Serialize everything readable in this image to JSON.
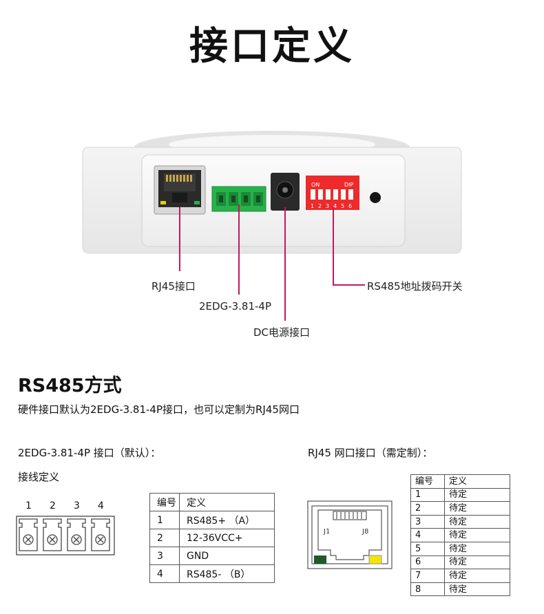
{
  "page": {
    "title": "接口定义"
  },
  "device": {
    "labels": {
      "rj45": "RJ45接口",
      "terminal": "2EDG-3.81-4P",
      "dc": "DC电源接口",
      "dip": "RS485地址拨码开关"
    },
    "dip_on": "ON",
    "dip_label": "DIP",
    "dip_numbers": [
      "1",
      "2",
      "3",
      "4",
      "5",
      "6"
    ]
  },
  "rs485": {
    "heading": "RS485方式",
    "description": "硬件接口默认为2EDG-3.81-4P接口，也可以定制为RJ45网口",
    "left_title": "2EDG-3.81-4P  接口（默认）：",
    "wiring_title": "接线定义",
    "pin_numbers": [
      "1",
      "2",
      "3",
      "4"
    ],
    "right_title": "RJ45 网口接口（需定制）：",
    "rj45_pins": {
      "left": "J1",
      "right": "J8"
    },
    "colors": {
      "green_led": "#1e5a2a",
      "yellow_led": "#f2e600"
    }
  },
  "table_terminal": {
    "header": [
      "编号",
      "定义"
    ],
    "rows": [
      [
        "1",
        "RS485+  （A）"
      ],
      [
        "2",
        "12-36VCC+"
      ],
      [
        "3",
        "GND"
      ],
      [
        "4",
        "RS485-  （B）"
      ]
    ]
  },
  "table_rj45": {
    "header": [
      "编号",
      "定义"
    ],
    "rows": [
      [
        "1",
        "待定"
      ],
      [
        "2",
        "待定"
      ],
      [
        "3",
        "待定"
      ],
      [
        "4",
        "待定"
      ],
      [
        "5",
        "待定"
      ],
      [
        "6",
        "待定"
      ],
      [
        "7",
        "待定"
      ],
      [
        "8",
        "待定"
      ]
    ]
  },
  "colors": {
    "callout_line": "#c2185b",
    "terminal_green": "#27b24a",
    "dip_red": "#ee2a2a"
  }
}
